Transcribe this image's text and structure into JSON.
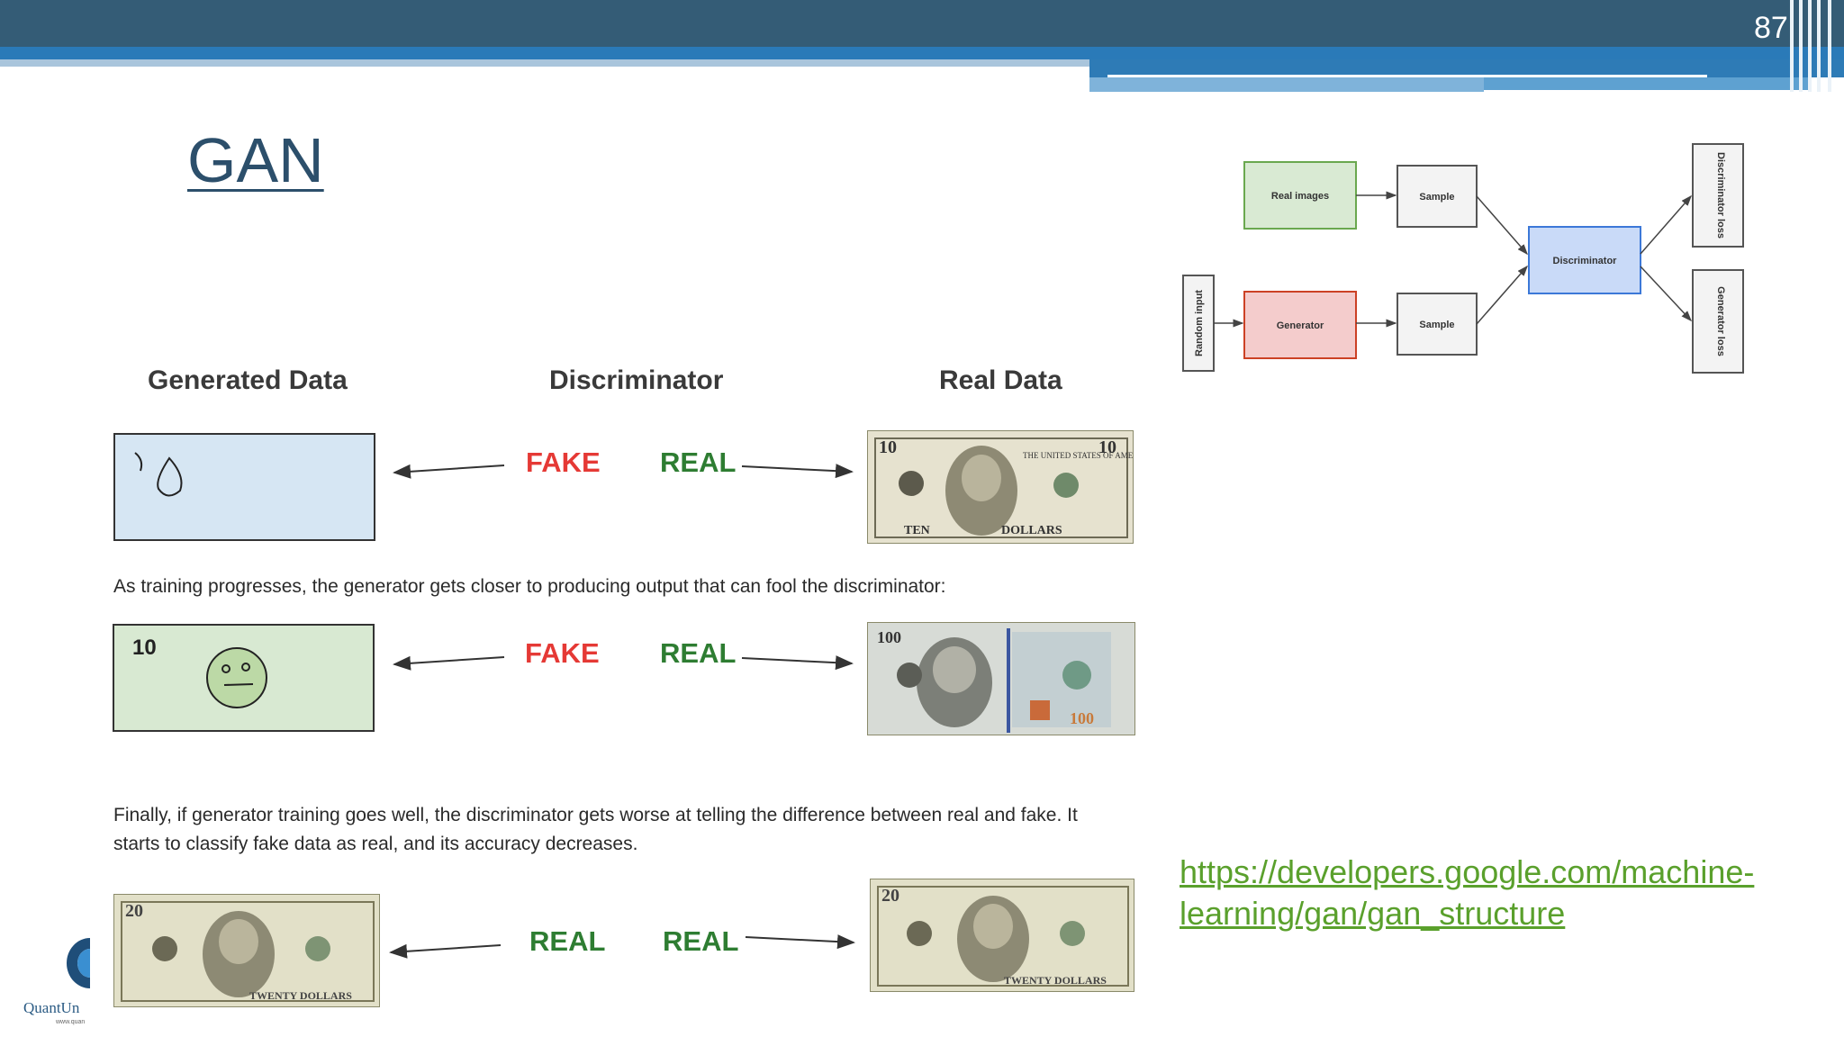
{
  "slide": {
    "number": "87",
    "title": "GAN"
  },
  "columns": {
    "generated": "Generated Data",
    "discriminator": "Discriminator",
    "real": "Real Data"
  },
  "rows": [
    {
      "left_label": "FAKE",
      "right_label": "REAL"
    },
    {
      "left_label": "FAKE",
      "right_label": "REAL",
      "generated_value": "10"
    },
    {
      "left_label": "REAL",
      "right_label": "REAL"
    }
  ],
  "captions": {
    "progress": "As training progresses, the generator gets closer to producing output that can fool the discriminator:",
    "final_line1": "Finally, if generator training goes well, the discriminator gets worse at telling the difference between real and fake. It",
    "final_line2": "starts to classify fake data as real, and its accuracy decreases."
  },
  "diagram": {
    "real_images": "Real images",
    "sample_top": "Sample",
    "sample_bottom": "Sample",
    "generator": "Generator",
    "discriminator": "Discriminator",
    "random_input": "Random input",
    "discriminator_loss": "Discriminator loss",
    "generator_loss": "Generator loss"
  },
  "link": {
    "line1": "https://developers.google.com/machine-",
    "line2": "learning/gan/gan_structure"
  },
  "logo": {
    "text": "QuantUn",
    "sub": "www.quan"
  },
  "bill_text": {
    "ten_left": "10",
    "ten_right": "10",
    "ten_bottom_left": "TEN",
    "ten_bottom_right": "DOLLARS",
    "ten_banner": "THE UNITED STATES OF AMERICA",
    "hundred": "100",
    "hundred_bottom": "100",
    "twenty": "20",
    "twenty_bottom": "TWENTY DOLLARS"
  },
  "colors": {
    "header": "#345c76",
    "accent": "#2a7ab8",
    "fake": "#e53935",
    "real": "#2e7d32",
    "link": "#5aa02c"
  }
}
